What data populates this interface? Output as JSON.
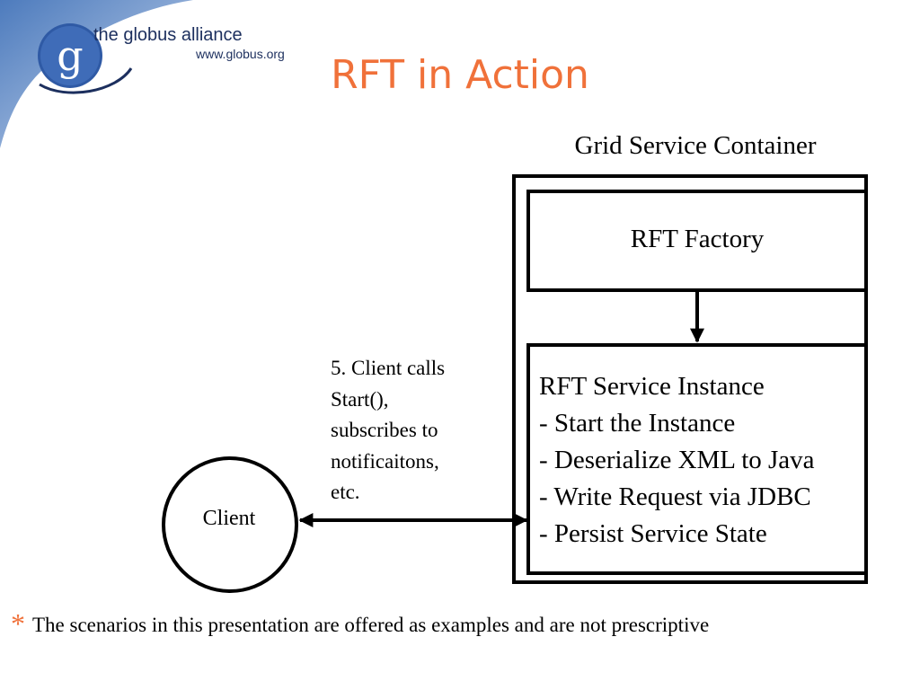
{
  "header": {
    "logo_text": "the globus alliance",
    "logo_url": "www.globus.org",
    "title": "RFT in Action"
  },
  "diagram": {
    "container_label": "Grid Service Container",
    "factory_label": "RFT Factory",
    "instance_title": "RFT Service Instance",
    "instance_items": [
      "- Start the Instance",
      "- Deserialize XML to Java",
      "- Write Request via JDBC",
      "- Persist Service State"
    ],
    "note_lines": [
      "5. Client calls",
      "Start(),",
      "subscribes to",
      "notificaitons,",
      "etc."
    ],
    "client_label": "Client"
  },
  "footnote": {
    "marker": "*",
    "text": "The scenarios in this presentation are offered as examples and are not prescriptive"
  },
  "colors": {
    "title": "#f0713a",
    "corner_blue": "#5b86c2",
    "logo_navy": "#1c2f5e"
  },
  "icons": {
    "logo": "globus-g-logo-icon"
  }
}
